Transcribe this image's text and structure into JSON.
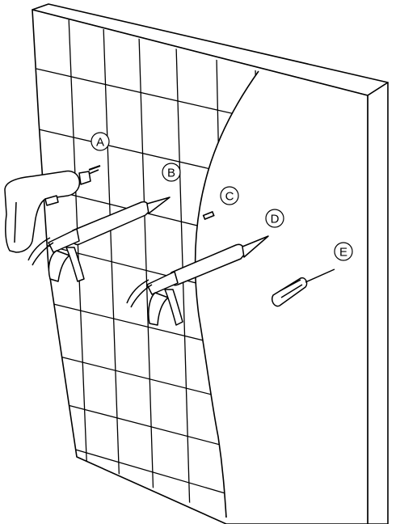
{
  "callouts": [
    {
      "id": "A",
      "label": "A"
    },
    {
      "id": "B",
      "label": "B"
    },
    {
      "id": "C",
      "label": "C"
    },
    {
      "id": "D",
      "label": "D"
    },
    {
      "id": "E",
      "label": "E"
    }
  ],
  "colors": {
    "line": "#000000",
    "background": "#ffffff",
    "tool_fill": "#ffffff"
  }
}
